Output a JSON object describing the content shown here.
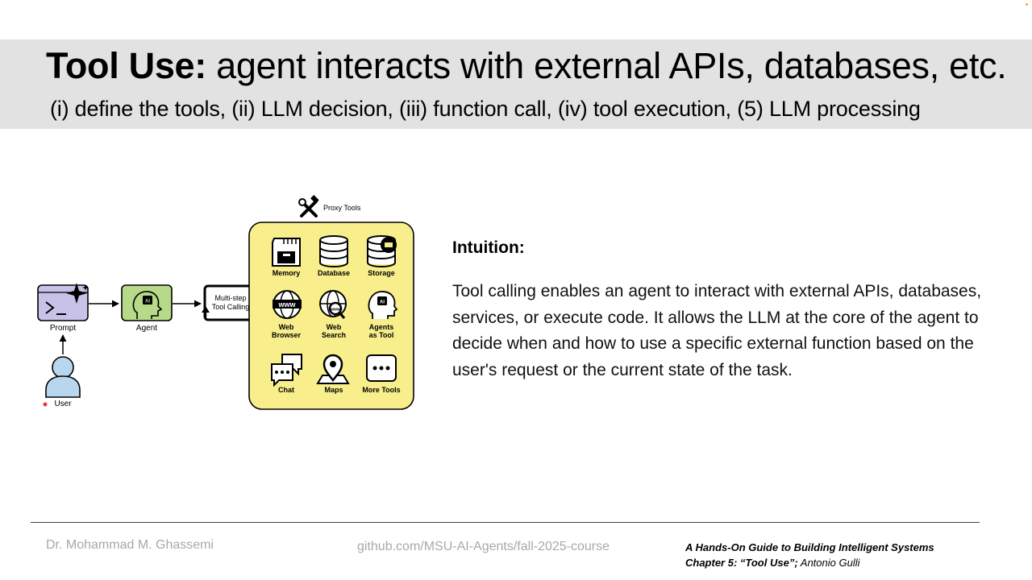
{
  "slide": {
    "title_bold": "Tool Use:",
    "title_rest": " agent interacts with external APIs, databases, etc.",
    "subtitle": "(i) define the tools, (ii) LLM decision, (iii) function call, (iv) tool execution, (5) LLM processing"
  },
  "diagram": {
    "user_label": "User",
    "prompt_label": "Prompt",
    "agent_label": "Agent",
    "multistep_line1": "Multi-step",
    "multistep_line2": "Tool Calling",
    "proxy_tools_label": "Proxy Tools",
    "tools": [
      {
        "line1": "Memory",
        "line2": "",
        "icon": "memory-card-icon"
      },
      {
        "line1": "Database",
        "line2": "",
        "icon": "database-icon"
      },
      {
        "line1": "Storage",
        "line2": "",
        "icon": "storage-icon"
      },
      {
        "line1": "Web",
        "line2": "Browser",
        "icon": "globe-www-icon"
      },
      {
        "line1": "Web",
        "line2": "Search",
        "icon": "web-search-icon"
      },
      {
        "line1": "Agents",
        "line2": "as Tool",
        "icon": "agent-head-icon"
      },
      {
        "line1": "Chat",
        "line2": "",
        "icon": "chat-bubbles-icon"
      },
      {
        "line1": "Maps",
        "line2": "",
        "icon": "map-pin-icon"
      },
      {
        "line1": "More Tools",
        "line2": "",
        "icon": "more-dots-icon"
      }
    ],
    "colors": {
      "panel": "#f8ef8c",
      "prompt_box": "#c9c2e8",
      "agent_box": "#b6d98a",
      "user": "#b8d6ee"
    }
  },
  "intuition": {
    "heading": "Intuition:",
    "body": "Tool calling enables an agent to interact with external APIs, databases, services, or execute code. It allows the LLM at the core of the agent to decide when and how to use a specific external function based on the user's request or the current state of the task."
  },
  "footer": {
    "author": "Dr. Mohammad M. Ghassemi",
    "repo": "github.com/MSU-AI-Agents/fall-2025-course",
    "citation_line1": "A Hands-On Guide to Building Intelligent Systems",
    "citation_line2_bold": "Chapter 5: “Tool Use”;",
    "citation_line2_rest": " Antonio Gulli"
  }
}
